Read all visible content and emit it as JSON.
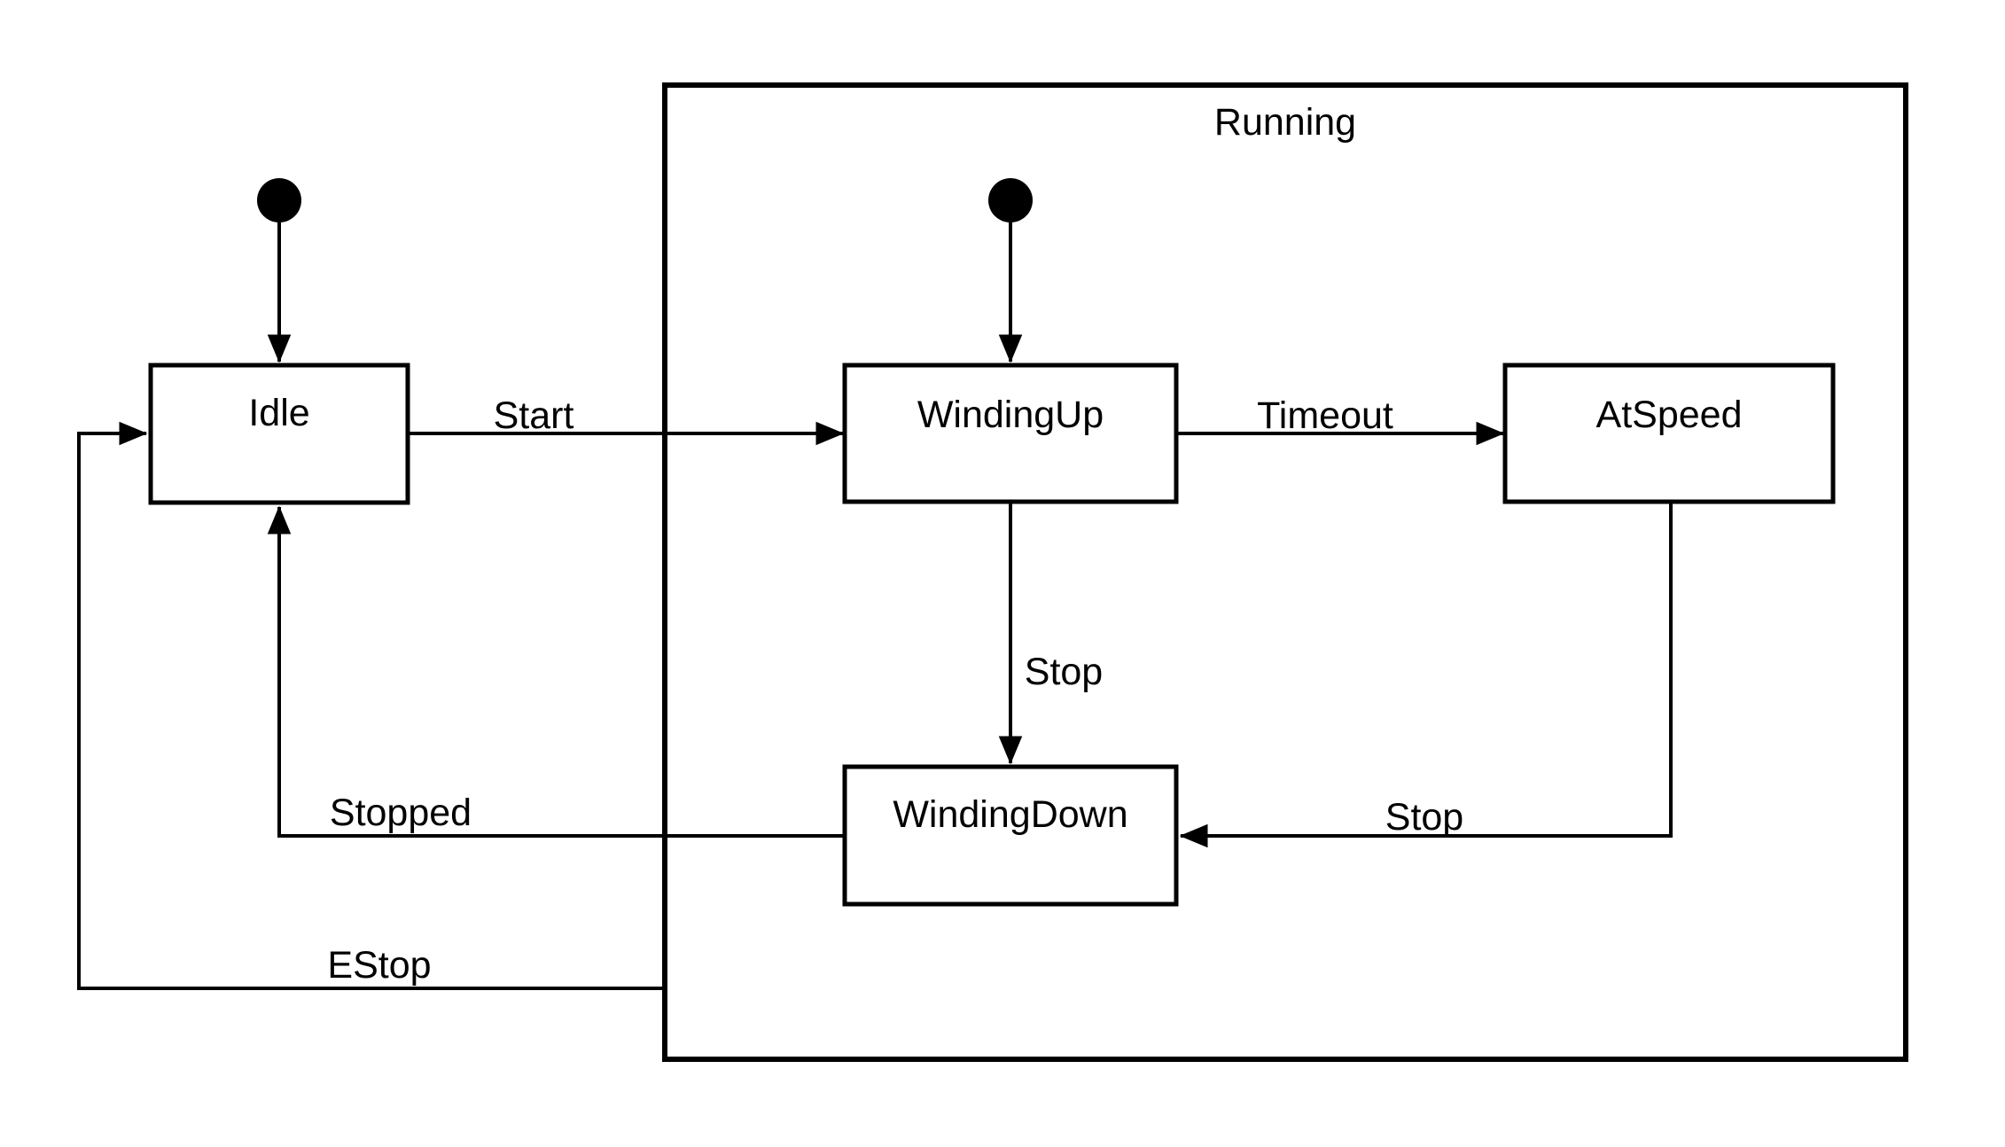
{
  "diagram": {
    "kind": "uml-state-machine",
    "composite_state": {
      "label": "Running"
    },
    "states": {
      "idle": {
        "label": "Idle"
      },
      "windingUp": {
        "label": "WindingUp"
      },
      "atSpeed": {
        "label": "AtSpeed"
      },
      "windingDown": {
        "label": "WindingDown"
      }
    },
    "initial_transitions": [
      {
        "to": "Idle"
      },
      {
        "to": "WindingUp"
      }
    ],
    "transitions": {
      "start": {
        "from": "Idle",
        "to": "WindingUp",
        "label": "Start"
      },
      "timeout": {
        "from": "WindingUp",
        "to": "AtSpeed",
        "label": "Timeout"
      },
      "stop_windingup": {
        "from": "WindingUp",
        "to": "WindingDown",
        "label": "Stop"
      },
      "stop_atspeed": {
        "from": "AtSpeed",
        "to": "WindingDown",
        "label": "Stop"
      },
      "stopped": {
        "from": "WindingDown",
        "to": "Idle",
        "label": "Stopped"
      },
      "estop": {
        "from": "Running",
        "to": "Idle",
        "label": "EStop"
      }
    },
    "colors": {
      "stroke": "#000000",
      "text": "#000000",
      "background": "#ffffff"
    }
  }
}
